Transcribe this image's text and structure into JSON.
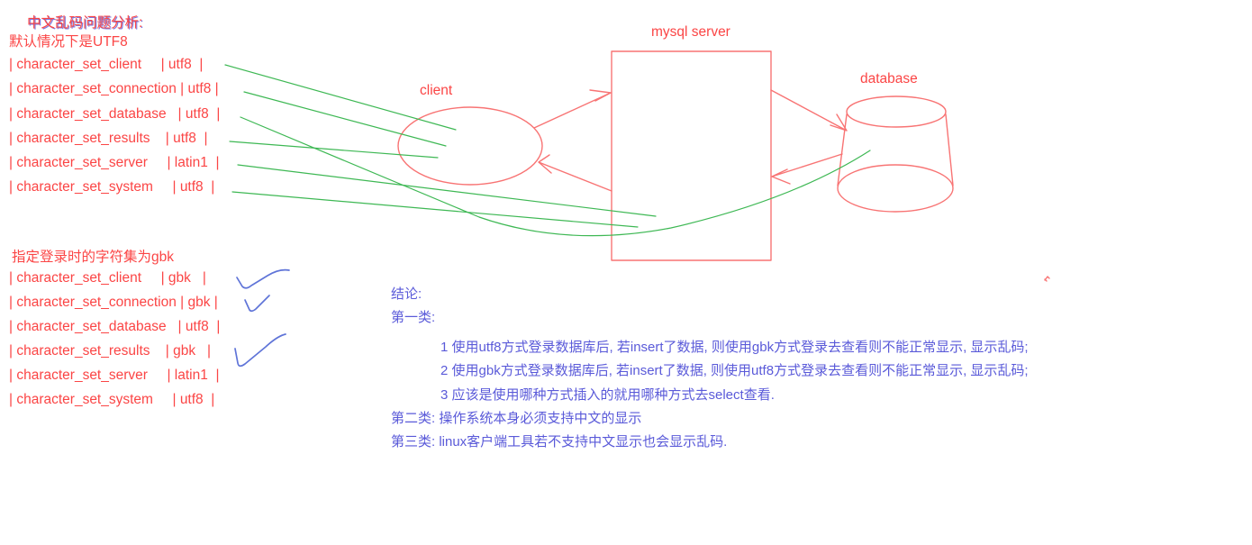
{
  "colors": {
    "red_text": "#fb4545",
    "red_shape": "#f87474",
    "green_line": "#3eb854",
    "blue_ink": "#5f74d8",
    "blue_text": "#5a5ad9",
    "title_shadow": "#7b7be0",
    "background": "#ffffff"
  },
  "notes": {
    "title": "中文乱码问题分析:",
    "utf8_section": {
      "header": "默认情况下是UTF8",
      "rows": [
        "| character_set_client     | utf8  |",
        "| character_set_connection | utf8 |",
        "| character_set_database   | utf8  |",
        "| character_set_results    | utf8  |",
        "| character_set_server     | latin1  |",
        "| character_set_system     | utf8  |"
      ]
    },
    "gbk_section": {
      "header": "指定登录时的字符集为gbk",
      "rows": [
        "| character_set_client     | gbk   |",
        "| character_set_connection | gbk |",
        "| character_set_database   | utf8  |",
        "| character_set_results    | gbk   |",
        "| character_set_server     | latin1  |",
        "| character_set_system     | utf8  |"
      ]
    }
  },
  "diagram": {
    "client_label": "client",
    "server_label": "mysql server",
    "database_label": "database",
    "checkmark_count": 3,
    "green_link_targets": [
      "client",
      "client",
      "database",
      "client",
      "mysql server",
      "mysql server"
    ]
  },
  "conclusion": {
    "lines": [
      "结论:",
      "第一类:",
      "1 使用utf8方式登录数据库后, 若insert了数据, 则使用gbk方式登录去查看则不能正常显示, 显示乱码;",
      "2 使用gbk方式登录数据库后, 若insert了数据, 则使用utf8方式登录去查看则不能正常显示, 显示乱码;",
      "3 应该是使用哪种方式插入的就用哪种方式去select查看.",
      "第二类: 操作系统本身必须支持中文的显示",
      "第三类: linux客户端工具若不支持中文显示也会显示乱码."
    ]
  }
}
